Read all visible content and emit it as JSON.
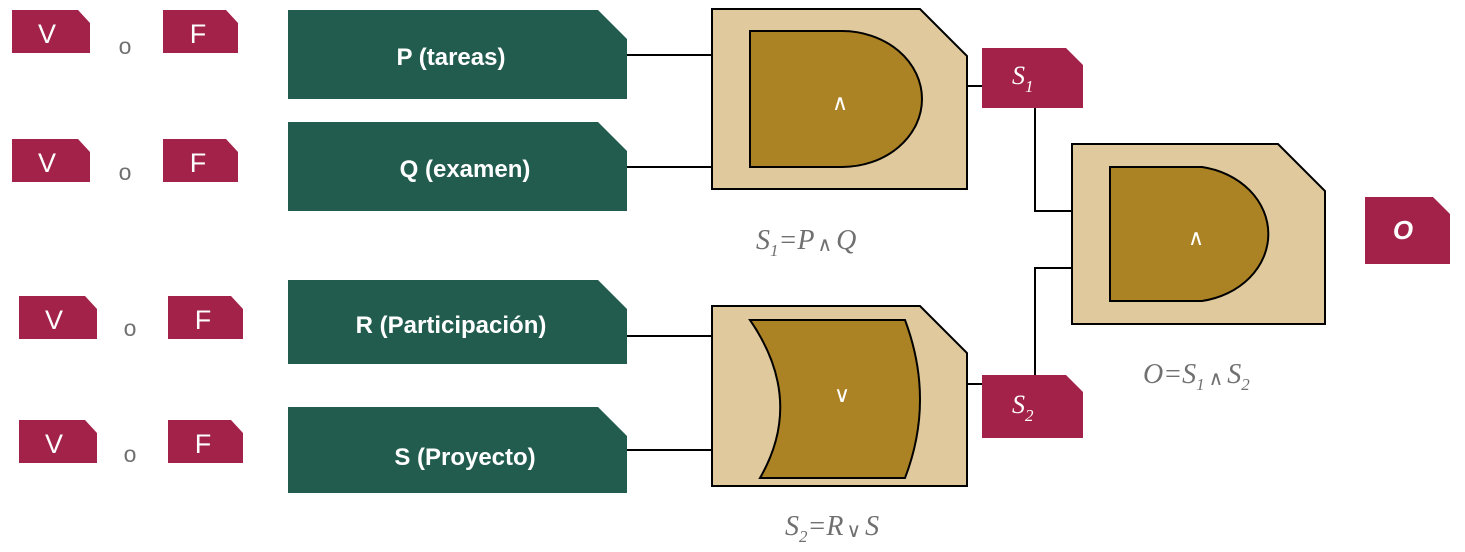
{
  "colors": {
    "truth_tag": "#a2224a",
    "input_box": "#225c4e",
    "gate_outer": "#dfc99d",
    "gate_inner": "#ac8324",
    "text_gray": "#707070"
  },
  "truth_rows": [
    {
      "true_label": "V",
      "or_label": "o",
      "false_label": "F"
    },
    {
      "true_label": "V",
      "or_label": "o",
      "false_label": "F"
    },
    {
      "true_label": "V",
      "or_label": "o",
      "false_label": "F"
    },
    {
      "true_label": "V",
      "or_label": "o",
      "false_label": "F"
    }
  ],
  "inputs": [
    {
      "label": "P (tareas)"
    },
    {
      "label": "Q (examen)"
    },
    {
      "label": "R (Participación)"
    },
    {
      "label": "S (Proyecto)"
    }
  ],
  "gates": {
    "and1": {
      "symbol": "∧",
      "eq_lhs": "S",
      "eq_lhs_sub": "1",
      "eq_mid": "=P",
      "eq_op": "∧",
      "eq_rhs": "Q",
      "kind": "and"
    },
    "or1": {
      "symbol": "∨",
      "eq_lhs": "S",
      "eq_lhs_sub": "2",
      "eq_mid": "=R",
      "eq_op": "∨",
      "eq_rhs": "S",
      "kind": "or"
    },
    "and2": {
      "symbol": "∧",
      "eq_lhs": "O",
      "eq_mid": "=S",
      "eq_mid_sub": "1",
      "eq_op": "∧",
      "eq_rhs": "S",
      "eq_rhs_sub": "2",
      "kind": "and"
    }
  },
  "intermediates": {
    "s1": {
      "letter": "S",
      "sub": "1"
    },
    "s2": {
      "letter": "S",
      "sub": "2"
    }
  },
  "output": {
    "label": "O"
  }
}
